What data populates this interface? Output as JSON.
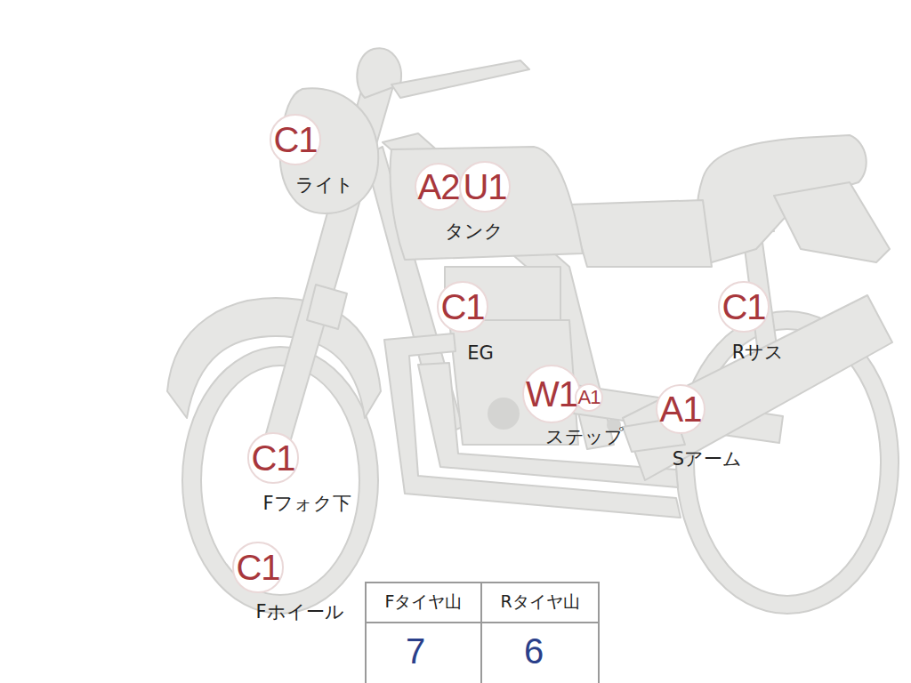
{
  "diagram": {
    "nodes": [
      {
        "text": [
          "C1"
        ]
      },
      {
        "text": [
          "A2"
        ]
      },
      {
        "text": [
          "U1"
        ]
      },
      {
        "text": [
          "C1"
        ]
      },
      {
        "text": [
          "C1"
        ]
      },
      {
        "text": [
          "W1"
        ]
      },
      {
        "text": [
          "A1"
        ]
      },
      {
        "text": [
          "A1"
        ]
      },
      {
        "text": [
          "C1"
        ]
      },
      {
        "text": [
          "C1"
        ]
      }
    ],
    "labels": [
      "ライト",
      "タンク",
      "EG",
      "Rサス",
      "ステップ",
      "Sアーム",
      "Fフォク下",
      "Fホイール",
      "Fタイヤ山",
      "Rタイヤ山",
      "7",
      "6"
    ]
  }
}
